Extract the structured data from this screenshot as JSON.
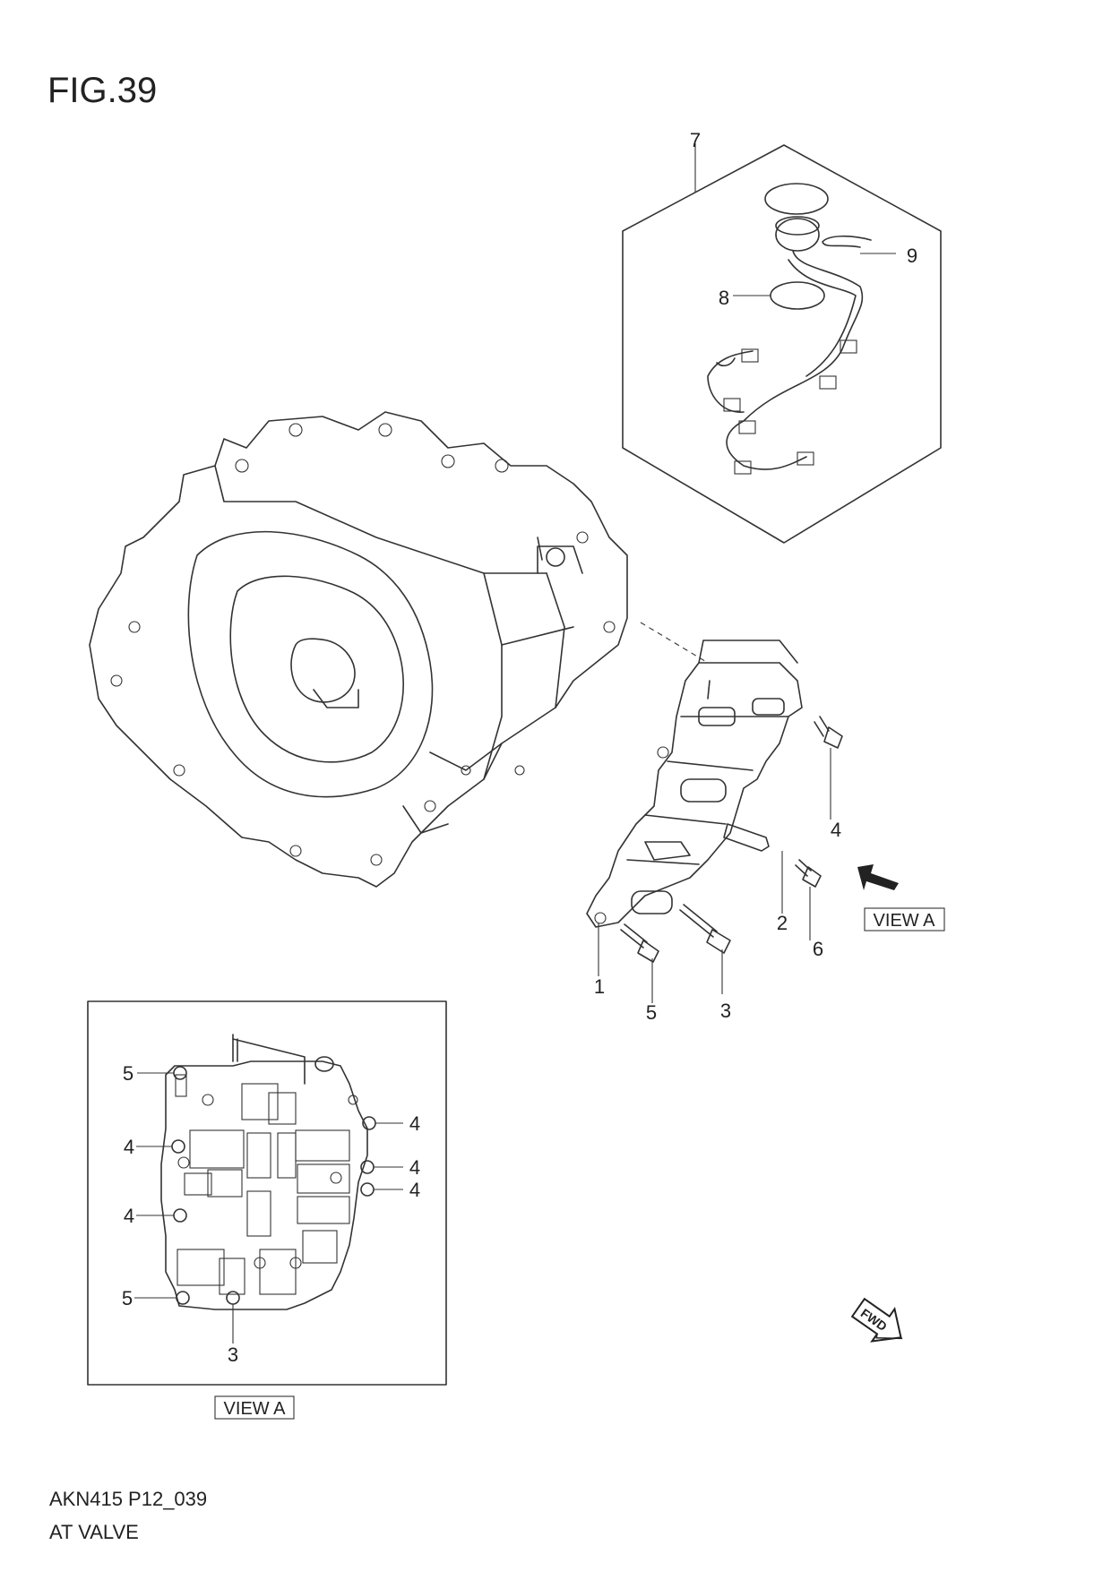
{
  "figure": {
    "title": "FIG.39",
    "code": "AKN415 P12_039",
    "caption": "AT VALVE"
  },
  "view_label": "VIEW A",
  "fwd_label": "FWD",
  "main_callouts": [
    "1",
    "2",
    "3",
    "4",
    "5",
    "6",
    "7",
    "8",
    "9"
  ],
  "inset_callouts": [
    "5",
    "4",
    "4",
    "4",
    "4",
    "4",
    "5",
    "3"
  ]
}
